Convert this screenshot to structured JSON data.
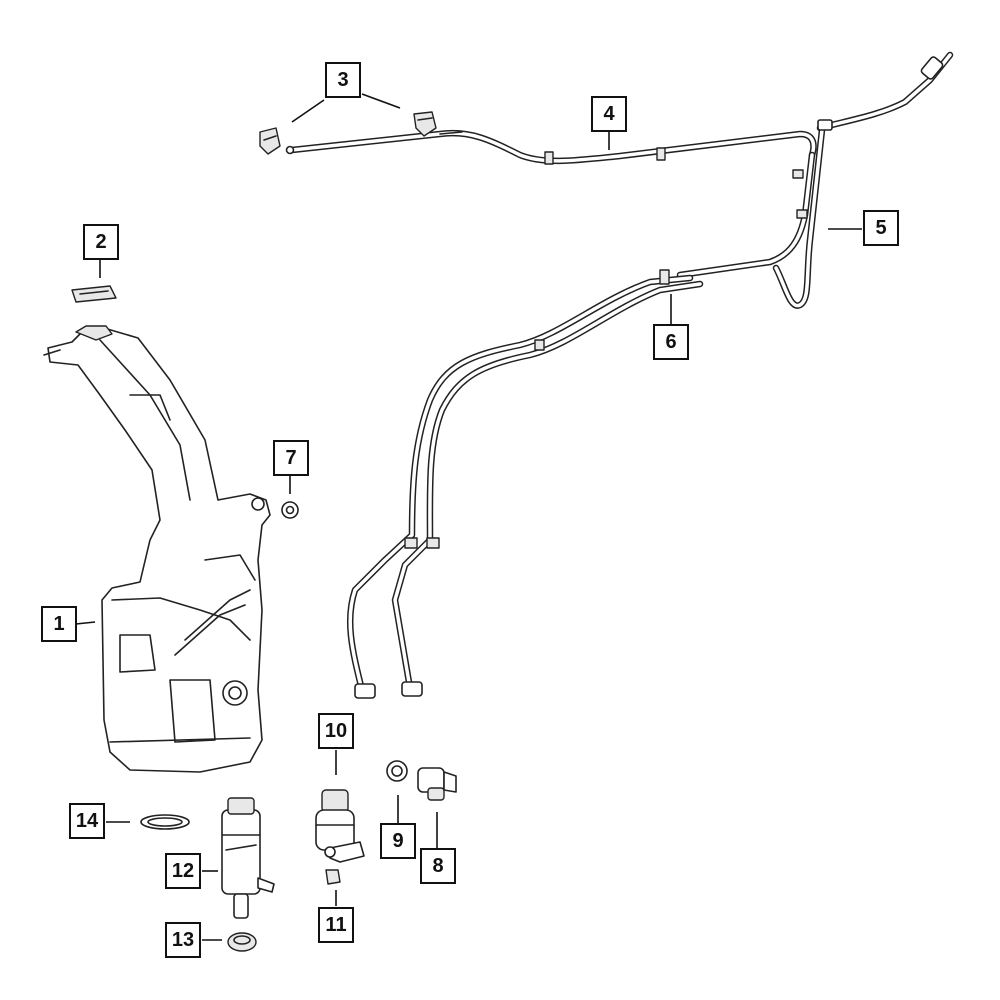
{
  "callouts": [
    {
      "id": "c1",
      "label": "1",
      "part": "washer-reservoir"
    },
    {
      "id": "c2",
      "label": "2",
      "part": "reservoir-cap"
    },
    {
      "id": "c3",
      "label": "3",
      "part": "washer-nozzles"
    },
    {
      "id": "c4",
      "label": "4",
      "part": "front-hose"
    },
    {
      "id": "c5",
      "label": "5",
      "part": "rear-hose"
    },
    {
      "id": "c6",
      "label": "6",
      "part": "hose-assembly"
    },
    {
      "id": "c7",
      "label": "7",
      "part": "grommet"
    },
    {
      "id": "c8",
      "label": "8",
      "part": "level-sensor"
    },
    {
      "id": "c9",
      "label": "9",
      "part": "sensor-seal"
    },
    {
      "id": "c10",
      "label": "10",
      "part": "rear-washer-pump"
    },
    {
      "id": "c11",
      "label": "11",
      "part": "pump-elbow"
    },
    {
      "id": "c12",
      "label": "12",
      "part": "front-washer-pump"
    },
    {
      "id": "c13",
      "label": "13",
      "part": "pump-grommet"
    },
    {
      "id": "c14",
      "label": "14",
      "part": "pump-seal"
    }
  ]
}
